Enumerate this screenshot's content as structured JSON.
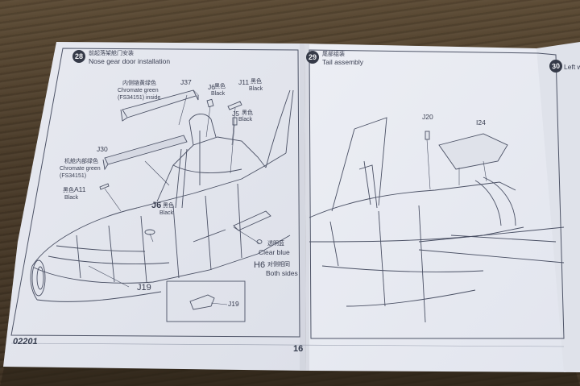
{
  "booklet": {
    "code": "02201",
    "page_number": "16"
  },
  "step28": {
    "number": "28",
    "title_cn": "前起落架舱门安装",
    "title_en": "Nose gear door installation",
    "parts": {
      "J37": "J37",
      "J6_top": "J6",
      "J6_top_cn": "黑色",
      "J6_top_en": "Black",
      "J11": "J11",
      "J11_cn": "黑色",
      "J11_en": "Black",
      "J5": "J5",
      "J5_cn": "黑色",
      "J5_en": "Black",
      "J30": "J30",
      "A11": "A11",
      "A11_cn": "黑色",
      "A11_en": "Black",
      "J6_mid": "J6",
      "J6_mid_cn": "黑色",
      "J6_mid_en": "Black",
      "H6": "H6",
      "H6_cn1": "透明蓝",
      "H6_en1": "Clear blue",
      "H6_cn2": "对侧相同",
      "H6_en2": "Both sides",
      "J19": "J19",
      "J19_inset": "J19"
    },
    "notes": {
      "door_inside_cn": "内侧铬黄绿色",
      "door_inside_en1": "Chromate green",
      "door_inside_en2": "(FS34151) inside",
      "bay_inside_cn": "机舱内部绿色",
      "bay_inside_en1": "Chromate green",
      "bay_inside_en2": "(FS34151)"
    }
  },
  "step29": {
    "number": "29",
    "title_cn": "尾部组装",
    "title_en": "Tail assembly",
    "parts": {
      "J20": "J20",
      "I24": "I24"
    }
  },
  "step30": {
    "number": "30",
    "title_en_partial": "Left w"
  },
  "colors": {
    "paper": "#eceef4",
    "ink": "#3a3f52",
    "badge": "#353a48"
  }
}
